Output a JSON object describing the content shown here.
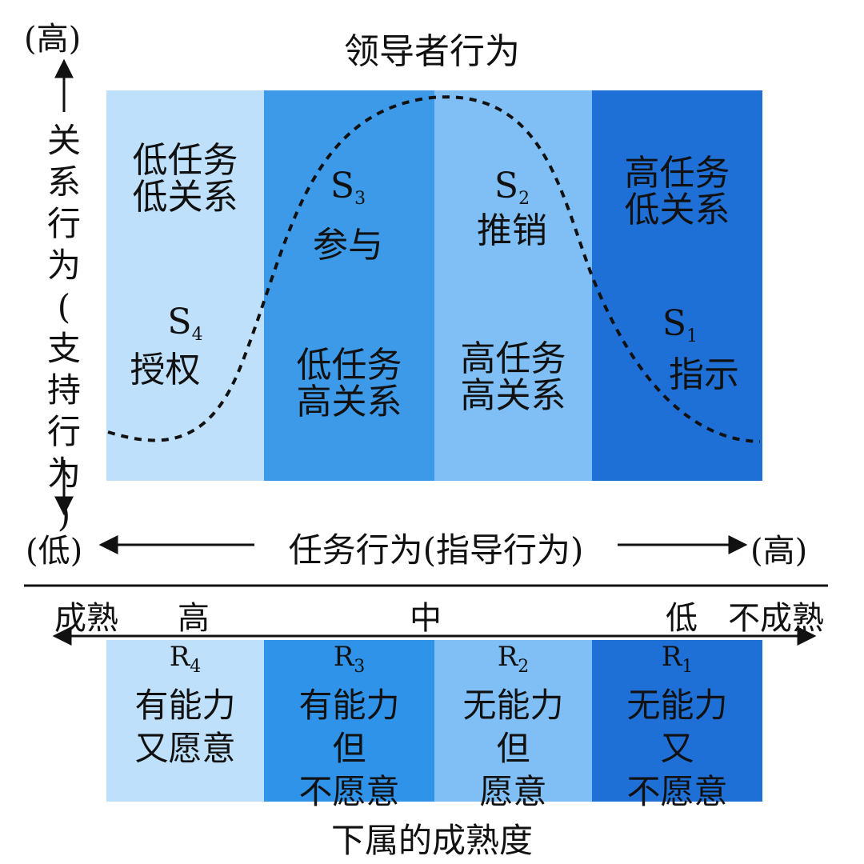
{
  "title": "领导者行为",
  "y_axis": {
    "top_label": "(高)",
    "label_lines": [
      "关",
      "系",
      "行",
      "为",
      "(",
      "支",
      "持",
      "行",
      "为",
      ")"
    ],
    "bottom_label": "(低)"
  },
  "x_axis": {
    "label": "任务行为(指导行为)",
    "right_label": "(高)"
  },
  "quadrants": [
    {
      "style": {
        "line1": "低任务",
        "line2": "低关系"
      },
      "code": "S",
      "code_sub": "4",
      "name": "授权",
      "color": "#bfe0fb"
    },
    {
      "style": {
        "line1": "低任务",
        "line2": "高关系"
      },
      "code": "S",
      "code_sub": "3",
      "name": "参与",
      "color": "#3d9ae8"
    },
    {
      "style": {
        "line1": "高任务",
        "line2": "高关系"
      },
      "code": "S",
      "code_sub": "2",
      "name": "推销",
      "color": "#7fbff5"
    },
    {
      "style": {
        "line1": "高任务",
        "line2": "低关系"
      },
      "code": "S",
      "code_sub": "1",
      "name": "指示",
      "color": "#1f70d6"
    }
  ],
  "maturity_axis": {
    "left_end": "成熟",
    "high": "高",
    "mid": "中",
    "low": "低",
    "right_end": "不成熟"
  },
  "readiness": [
    {
      "code": "R",
      "code_sub": "4",
      "lines": [
        "有能力",
        "又愿意"
      ]
    },
    {
      "code": "R",
      "code_sub": "3",
      "lines": [
        "有能力",
        "但",
        "不愿意"
      ]
    },
    {
      "code": "R",
      "code_sub": "2",
      "lines": [
        "无能力",
        "但",
        "愿意"
      ]
    },
    {
      "code": "R",
      "code_sub": "1",
      "lines": [
        "无能力",
        "又",
        "不愿意"
      ]
    }
  ],
  "footer": "下属的成熟度"
}
